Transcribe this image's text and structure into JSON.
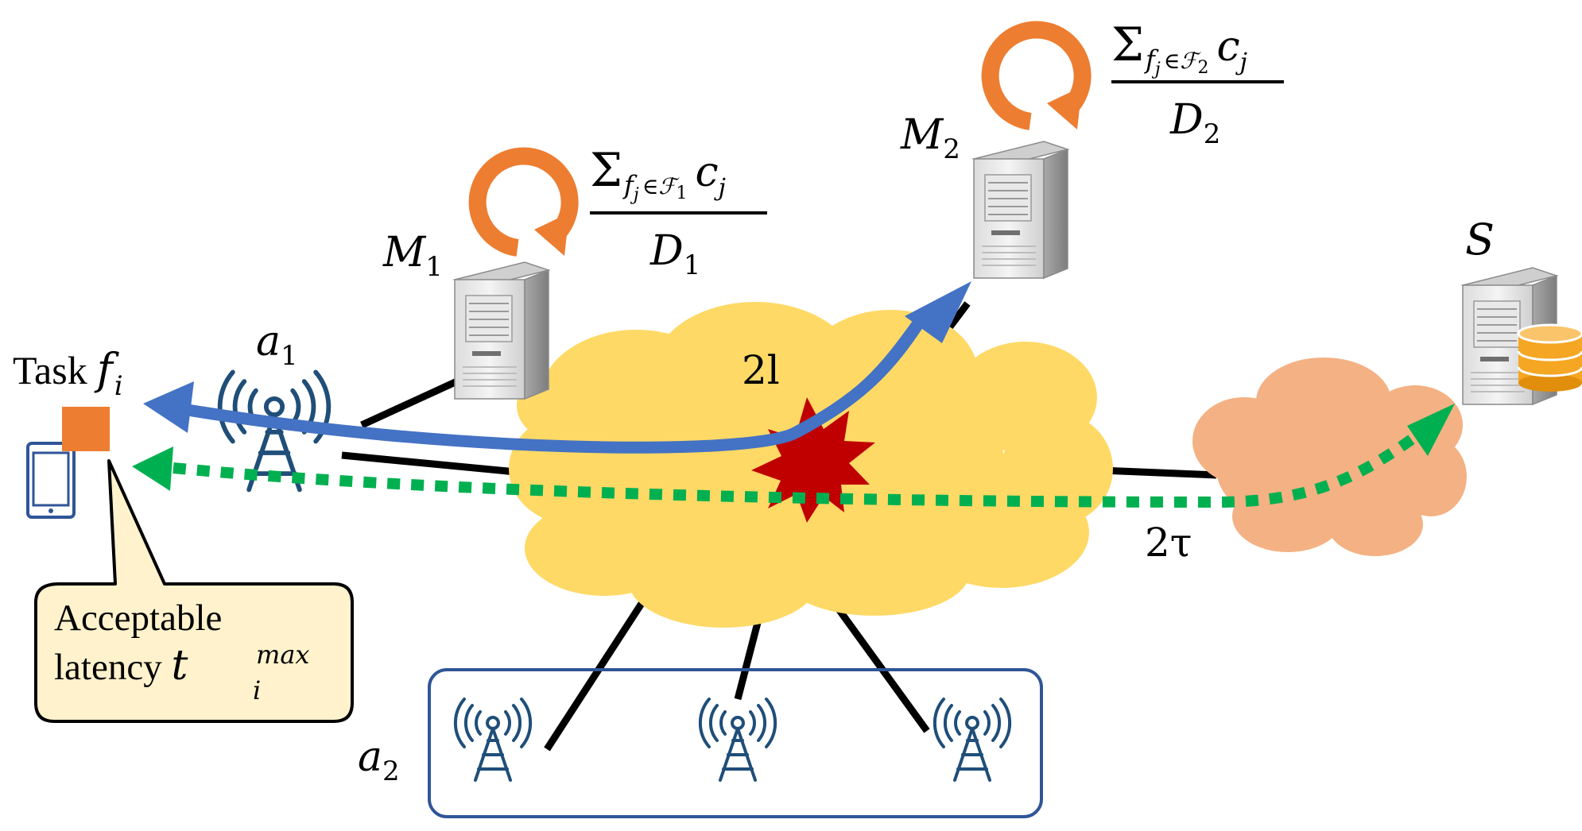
{
  "labels": {
    "task_word": "Task",
    "task_var": "f",
    "task_sub": "i",
    "a1_var": "a",
    "a1_sub": "1",
    "a2_var": "a",
    "a2_sub": "2",
    "m1_var": "M",
    "m1_sub": "1",
    "m2_var": "M",
    "m2_sub": "2",
    "s_var": "S",
    "two_l": "2l",
    "two_tau": "2τ"
  },
  "formula1": {
    "sigma": "Σ",
    "f": "f",
    "j": "j",
    "in": "∈",
    "set": "ℱ",
    "set_sub": "1",
    "c": "c",
    "c_sub": "j",
    "denom_var": "D",
    "denom_sub": "1"
  },
  "formula2": {
    "sigma": "Σ",
    "f": "f",
    "j": "j",
    "in": "∈",
    "set": "ℱ",
    "set_sub": "2",
    "c": "c",
    "c_sub": "j",
    "denom_var": "D",
    "denom_sub": "2"
  },
  "callout": {
    "line1": "Acceptable",
    "line2_text": "latency ",
    "line2_var": "t",
    "line2_sup": "max",
    "line2_sub": "i"
  },
  "colors": {
    "blue_arrow": "#4472C4",
    "green_arrow": "#00B050",
    "orange_cycle": "#ED7D31",
    "yellow_cloud": "#FFD966",
    "peach_cloud": "#F4B183",
    "collision": "#C00000",
    "callout_fill": "#FFF2CC",
    "antenna": "#1F4E79",
    "box_border": "#2F5597",
    "task_square": "#ED7D31",
    "database": "#F5A623"
  }
}
